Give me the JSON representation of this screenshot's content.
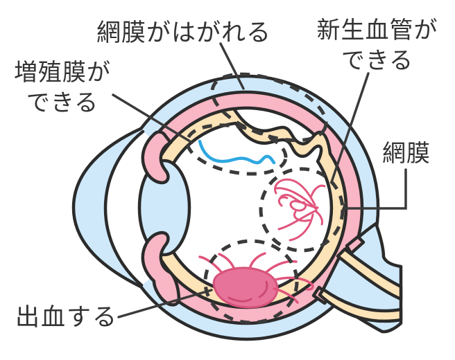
{
  "figure": {
    "subject": "eye cross-section illustration with retinopathy changes",
    "labels": {
      "retinal_detachment": "網膜がはがれる",
      "proliferative_membrane_line1": "増殖膜が",
      "proliferative_membrane_line2": "できる",
      "new_vessels_line1": "新生血管が",
      "new_vessels_line2": "できる",
      "retina": "網膜",
      "bleeding": "出血する"
    },
    "colors": {
      "outline_dark": "#2b2b2b",
      "label_text": "#333333",
      "dash_gray": "#3a3a3a",
      "sclera_blue": "#cfe9fb",
      "choroid_pink": "#f9b6c5",
      "retina_cream": "#fce3b8",
      "membrane_blue": "#2fa8e1",
      "vessel_rose": "#e0557c",
      "hemorrhage_fill": "#e8739a",
      "hemorrhage_edge": "#d5527a",
      "hemorrhage_dark": "#cc4a72"
    }
  }
}
